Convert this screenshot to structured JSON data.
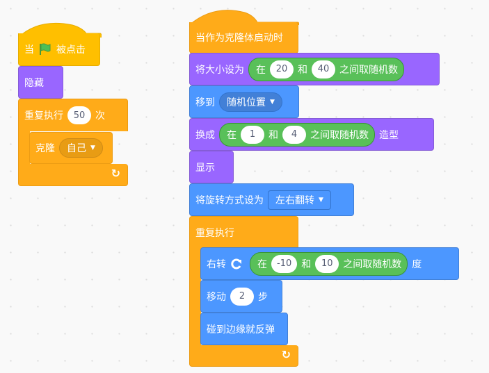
{
  "script1": {
    "when_flag": {
      "prefix": "当",
      "icon": "green-flag-icon",
      "suffix": "被点击"
    },
    "hide": "隐藏",
    "repeat": {
      "label": "重复执行",
      "count": "50",
      "suffix": "次"
    },
    "clone": {
      "label": "克隆",
      "target": "自己"
    },
    "loop_icon": "↻"
  },
  "script2": {
    "hat": "当作为克隆体启动时",
    "set_size": {
      "label": "将大小设为",
      "random": {
        "in": "在",
        "from": "20",
        "and": "和",
        "to": "40",
        "suffix": "之间取随机数"
      }
    },
    "goto": {
      "label": "移到",
      "target": "随机位置"
    },
    "switch_costume": {
      "label": "换成",
      "random": {
        "in": "在",
        "from": "1",
        "and": "和",
        "to": "4",
        "suffix": "之间取随机数"
      },
      "suffix": "造型"
    },
    "show": "显示",
    "rotation_style": {
      "label": "将旋转方式设为",
      "value": "左右翻转"
    },
    "forever": "重复执行",
    "turn_right": {
      "label": "右转",
      "random": {
        "in": "在",
        "from": "-10",
        "and": "和",
        "to": "10",
        "suffix": "之间取随机数"
      },
      "suffix": "度"
    },
    "move": {
      "label": "移动",
      "steps": "2",
      "suffix": "步"
    },
    "bounce": "碰到边缘就反弹"
  },
  "colors": {
    "events": "#ffbf00",
    "control": "#ffab19",
    "looks": "#9966ff",
    "motion": "#4c97ff",
    "operators": "#59c059"
  }
}
